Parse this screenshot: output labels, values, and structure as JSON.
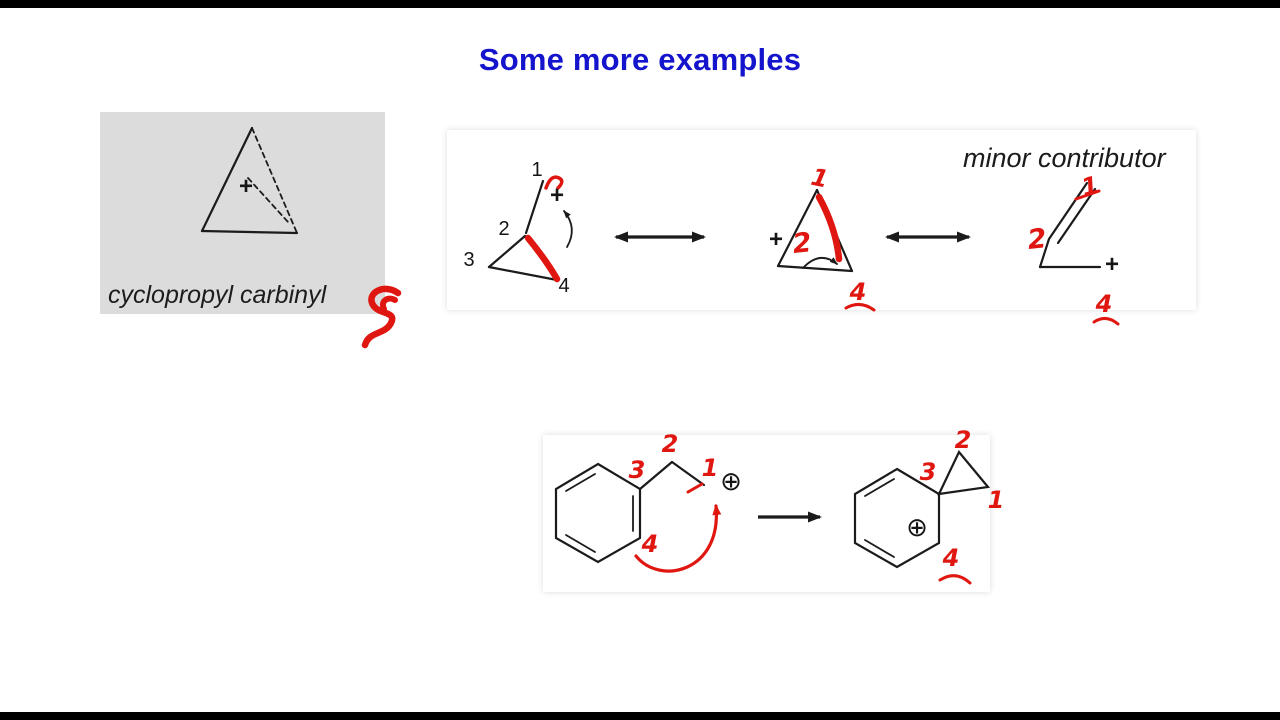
{
  "title": "Some more examples",
  "colors": {
    "title_blue": "#1414cd",
    "ink_black": "#1b1b1b",
    "annotation_red": "#df1710",
    "card_gray": "#dcdcdc",
    "letterbox_black": "#000000"
  },
  "left_card": {
    "caption": "cyclopropyl carbinyl",
    "charge": "+"
  },
  "resonance": {
    "note": "minor contributor",
    "s1": {
      "n1": "1",
      "n2": "2",
      "n3": "3",
      "n4": "4",
      "charge": "+"
    },
    "s2": {
      "charge": "+",
      "red1": "1",
      "red2": "2",
      "red4": "4"
    },
    "s3": {
      "charge": "+",
      "red1": "1",
      "red2": "2",
      "red4": "4"
    }
  },
  "reaction": {
    "charge": "⊕",
    "reactant": {
      "red1": "1",
      "red2": "2",
      "red3": "3",
      "red4": "4"
    },
    "product": {
      "red1": "1",
      "red2": "2",
      "red3": "3",
      "red4": "4"
    }
  }
}
